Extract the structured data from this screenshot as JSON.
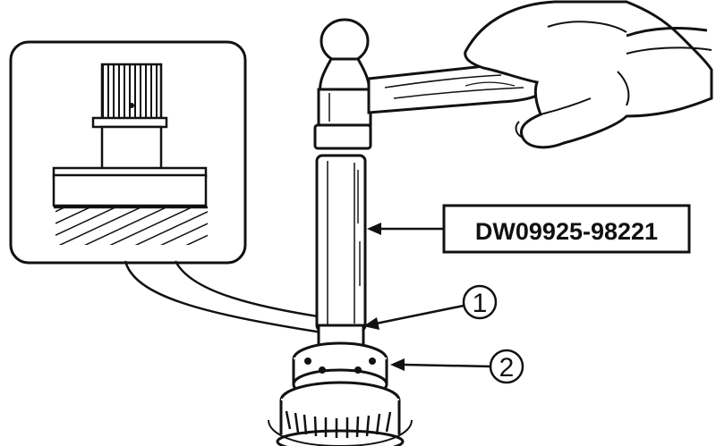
{
  "labels": {
    "tool_code": "DW09925-98221",
    "callout_1": "1",
    "callout_2": "2"
  },
  "colors": {
    "ink": "#111111",
    "paper": "#ffffff",
    "shade": "#555555"
  }
}
